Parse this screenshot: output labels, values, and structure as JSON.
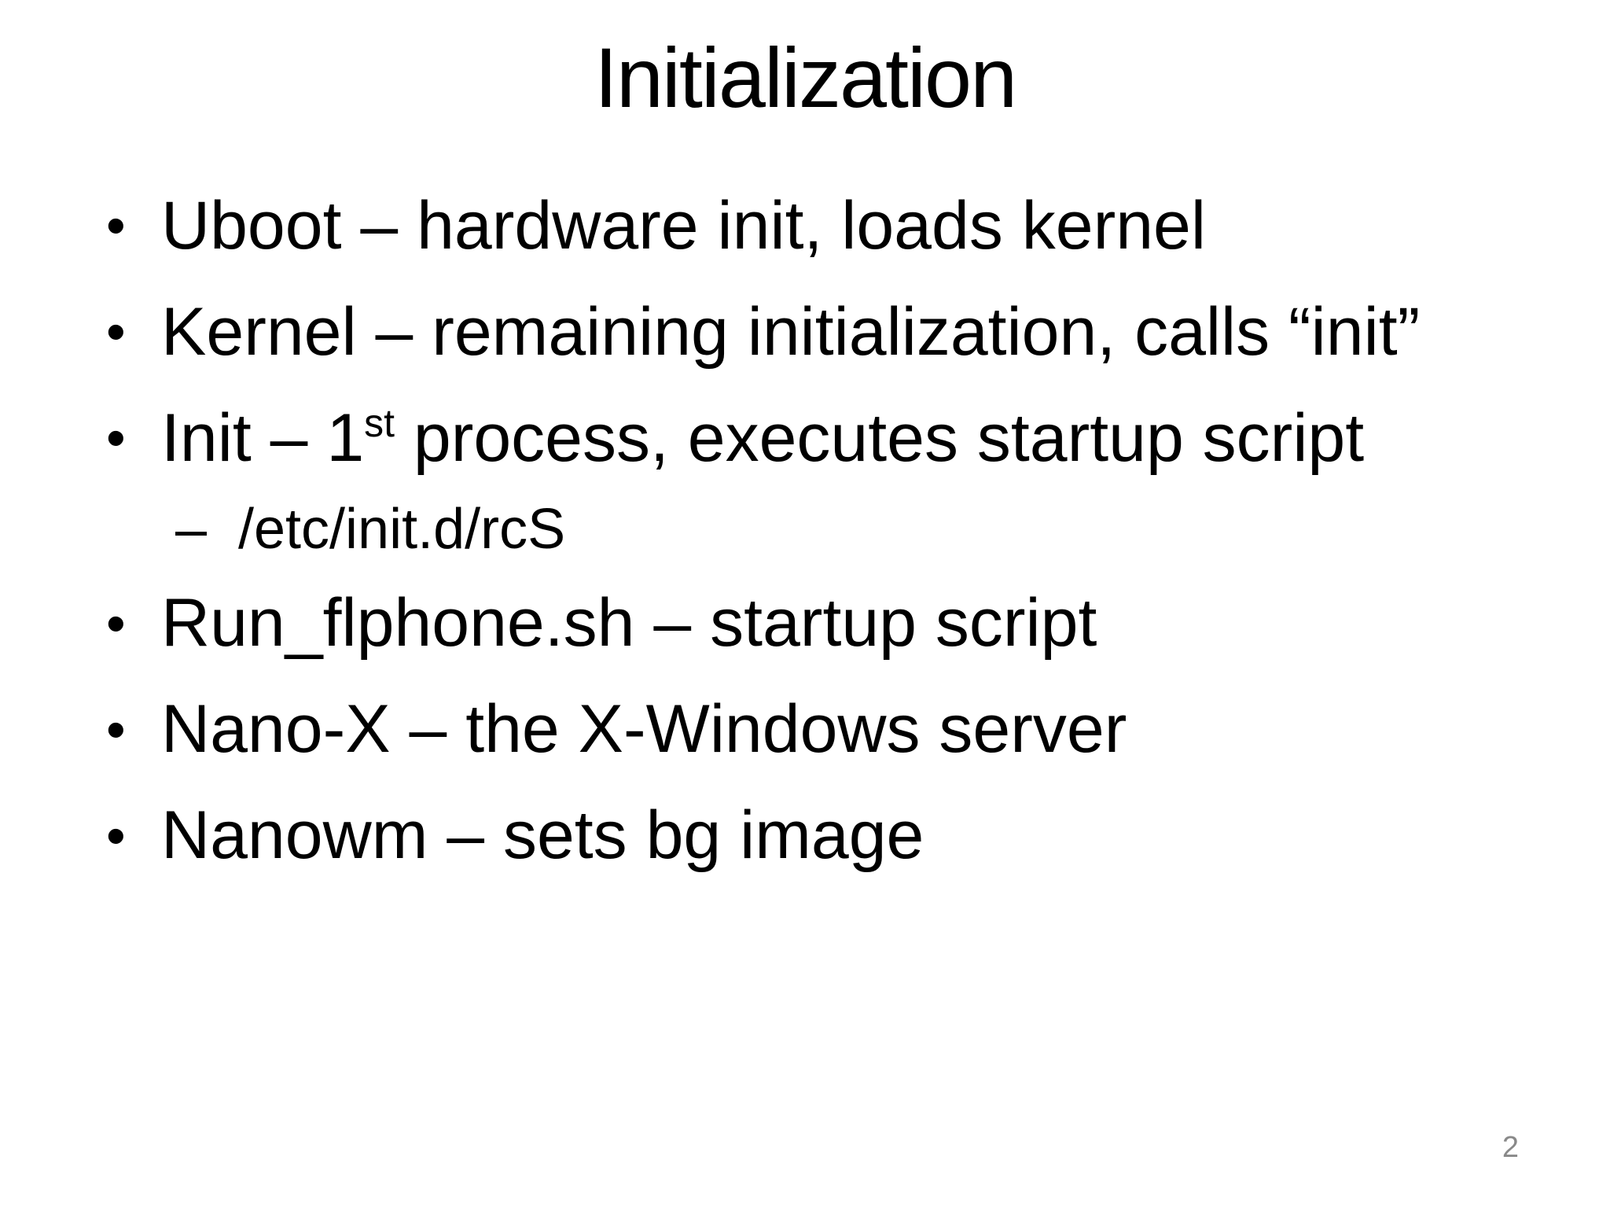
{
  "slide": {
    "title": "Initialization",
    "bullet_marker": "•",
    "sub_bullet_marker": "–",
    "bullets": [
      {
        "level": 1,
        "text": "Uboot – hardware init, loads kernel"
      },
      {
        "level": 1,
        "text": "Kernel – remaining initialization, calls “init”"
      },
      {
        "level": 1,
        "parts": [
          {
            "t": "Init – 1"
          },
          {
            "sup": "st"
          },
          {
            "t": " process, executes startup script"
          }
        ]
      },
      {
        "level": 2,
        "text": "/etc/init.d/rcS"
      },
      {
        "level": 1,
        "text": "Run_flphone.sh – startup script"
      },
      {
        "level": 1,
        "text": "Nano-X – the X-Windows server"
      },
      {
        "level": 1,
        "text": "Nanowm – sets bg image"
      }
    ],
    "page_number": "2",
    "colors": {
      "background": "#ffffff",
      "text": "#000000",
      "page_number": "#898989"
    }
  }
}
